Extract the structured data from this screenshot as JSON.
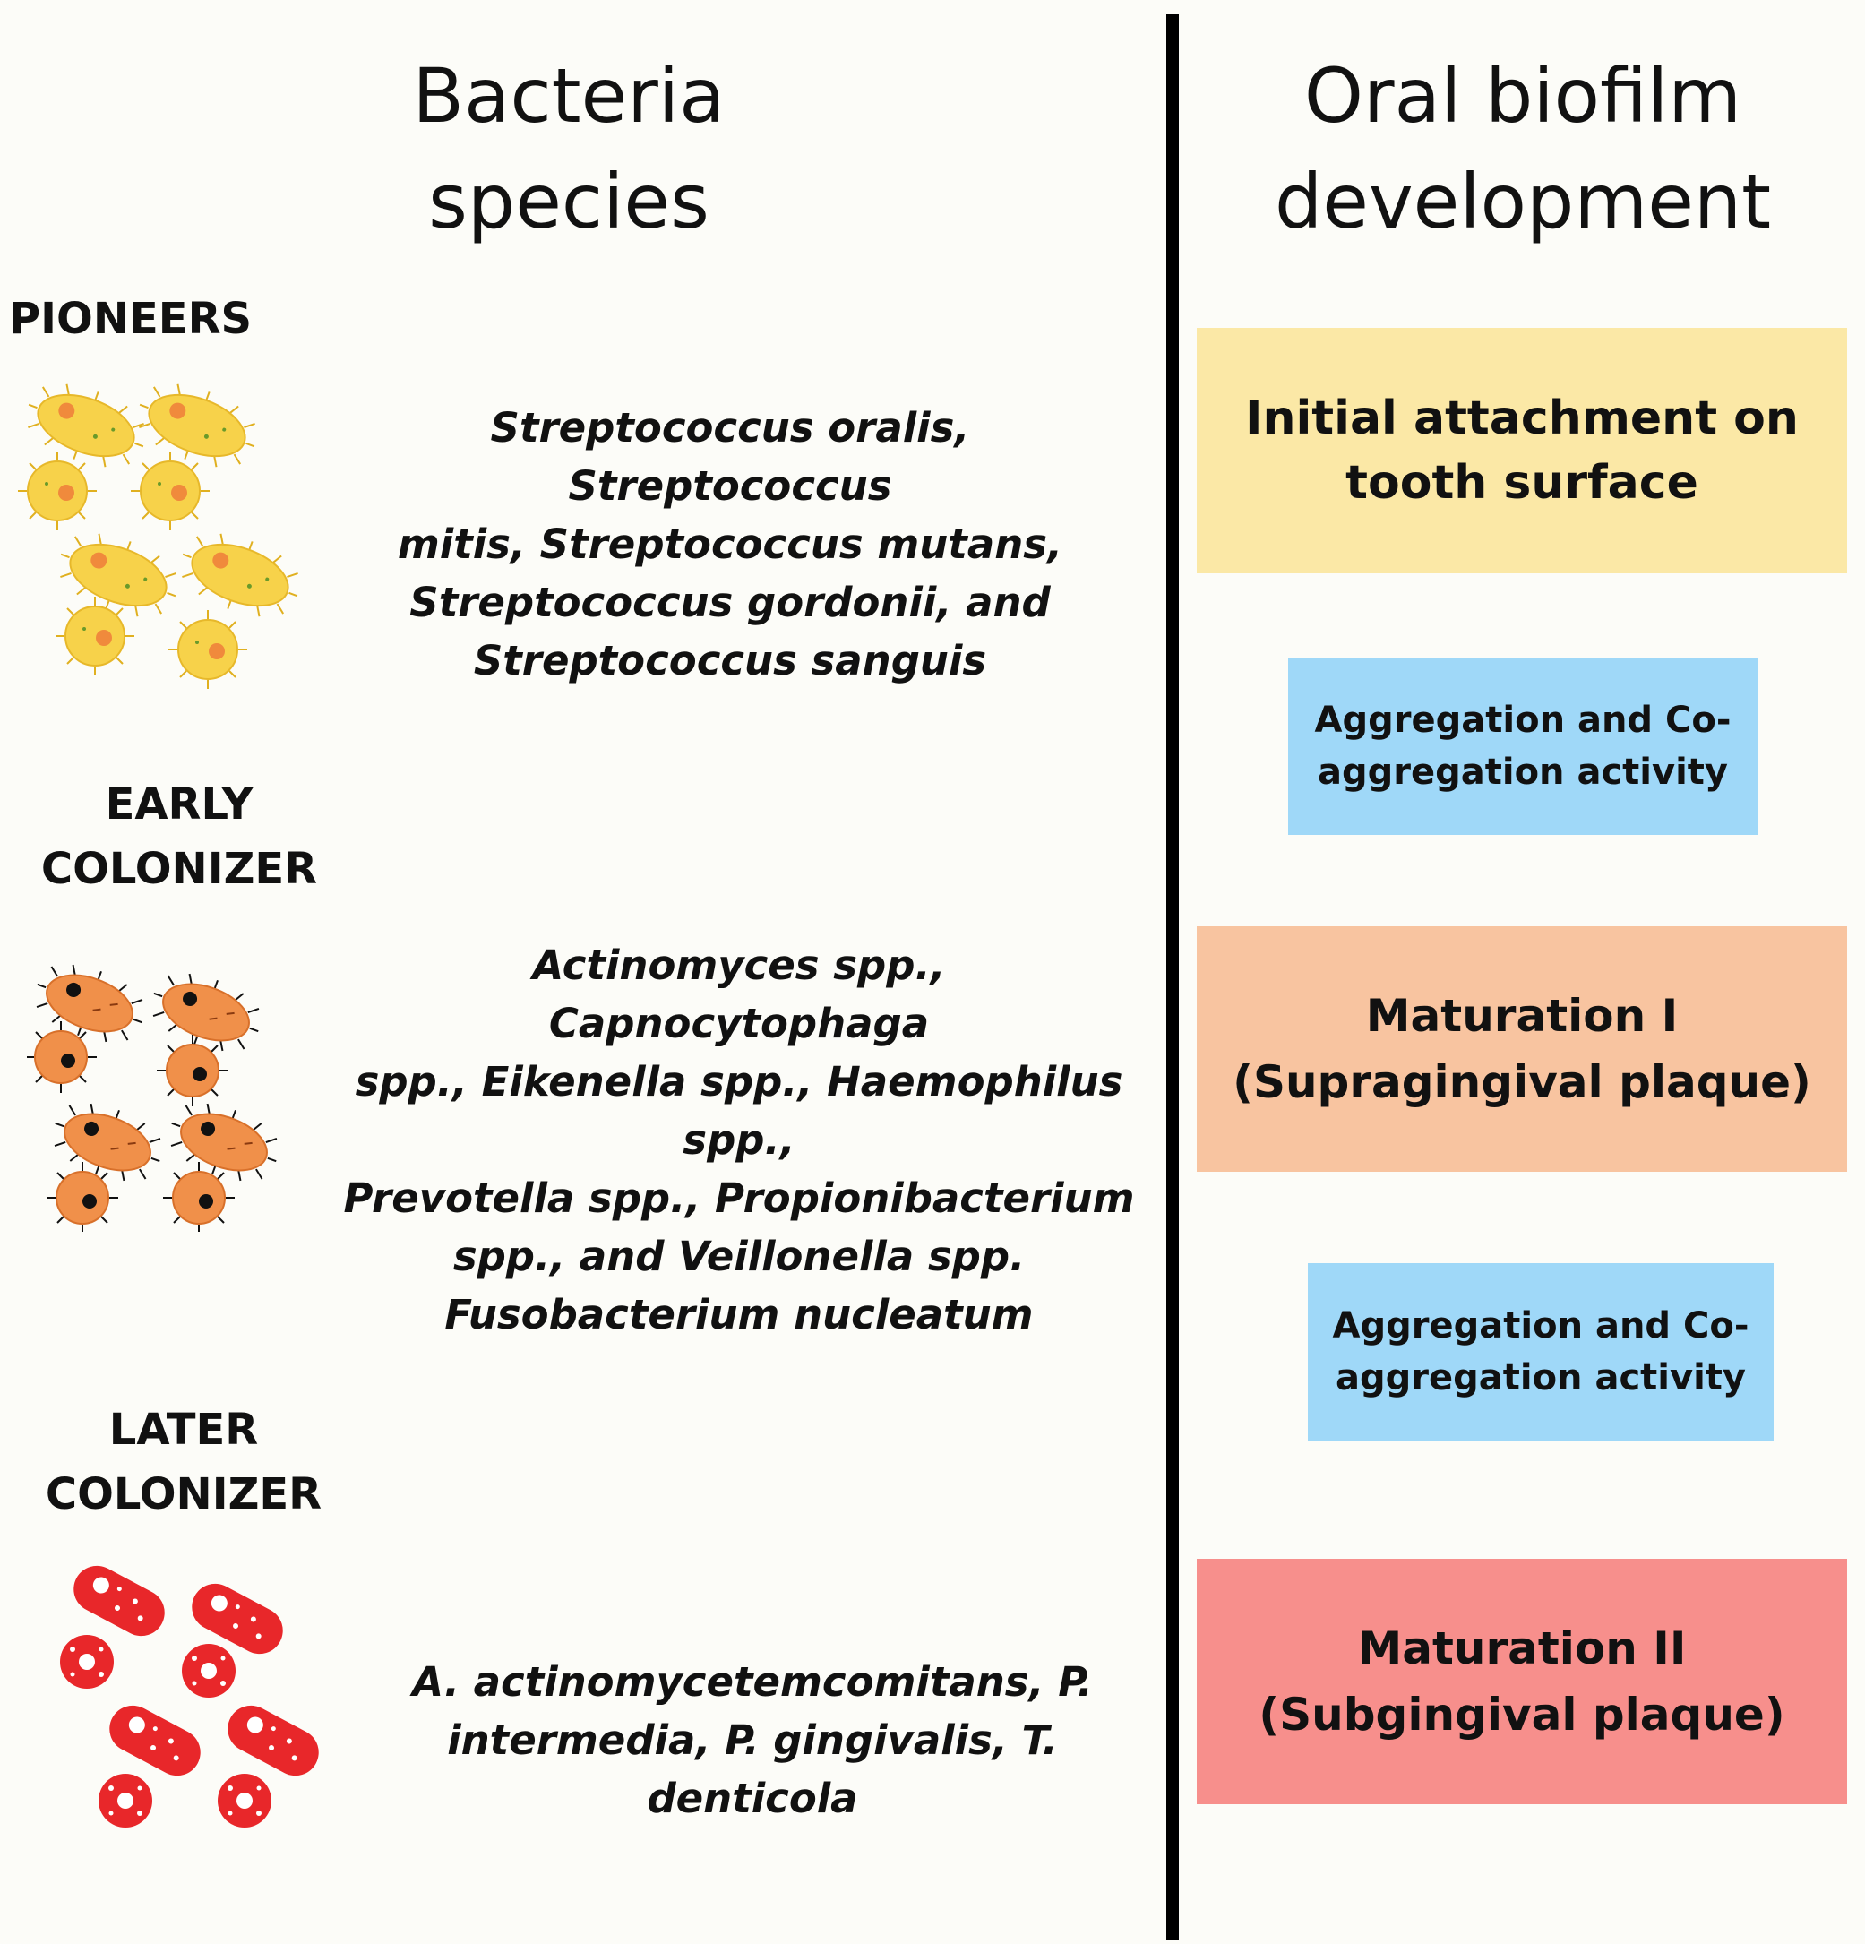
{
  "headers": {
    "left": [
      "Bacteria",
      "species"
    ],
    "right": [
      "Oral biofilm",
      "development"
    ]
  },
  "groups": [
    {
      "title": [
        "PIONEERS"
      ],
      "species": [
        "Streptococcus oralis, Streptococcus",
        "mitis, Streptococcus mutans,",
        "Streptococcus gordonii, and",
        "Streptococcus sanguis"
      ],
      "color": "#f7d24a"
    },
    {
      "title": [
        "EARLY",
        "COLONIZER"
      ],
      "species": [
        "Actinomyces spp., Capnocytophaga",
        "spp., Eikenella spp., Haemophilus spp.,",
        "Prevotella spp., Propionibacterium",
        "spp., and Veillonella spp.",
        "Fusobacterium nucleatum"
      ],
      "color": "#f0904a"
    },
    {
      "title": [
        "LATER",
        "COLONIZER"
      ],
      "species": [
        "A. actinomycetemcomitans, P.",
        "intermedia, P. gingivalis, T. denticola"
      ],
      "color": "#e8272a"
    }
  ],
  "stages": [
    {
      "lines": [
        "Initial attachment on",
        "tooth surface"
      ],
      "color": "#fbe8a6"
    },
    {
      "lines": [
        "Aggregation and Co-",
        "aggregation activity"
      ],
      "color": "#9fd8f8"
    },
    {
      "lines": [
        "Maturation I",
        "(Supragingival plaque)"
      ],
      "color": "#f8c4a0"
    },
    {
      "lines": [
        "Aggregation and Co-",
        "aggregation activity"
      ],
      "color": "#9fd8f8"
    },
    {
      "lines": [
        "Maturation II",
        "(Subgingival plaque)"
      ],
      "color": "#f78f8c"
    }
  ]
}
